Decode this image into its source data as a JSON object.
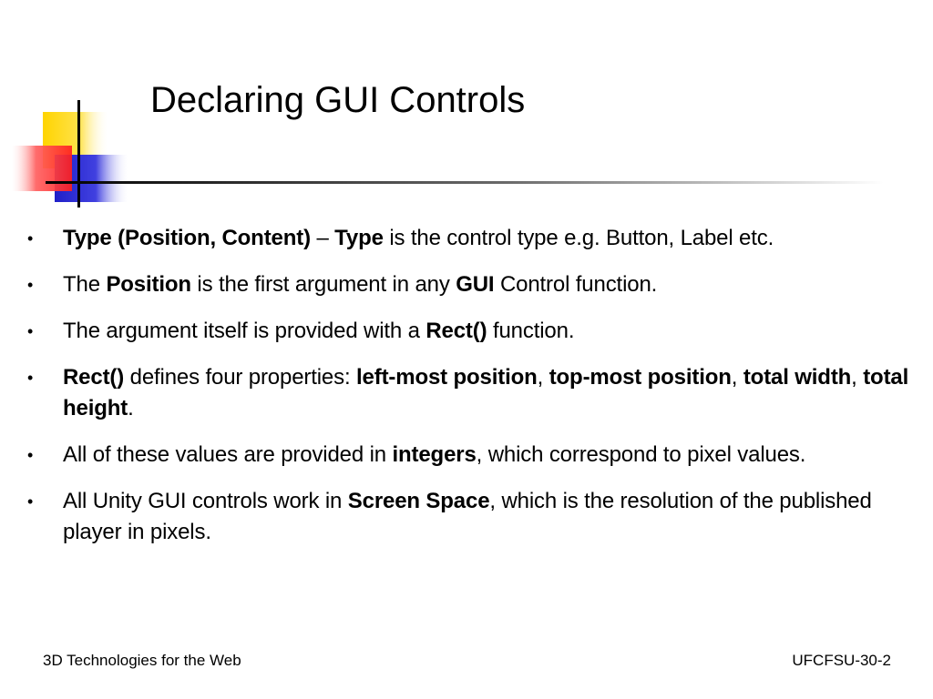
{
  "slide": {
    "title": "Declaring GUI Controls",
    "bullets": [
      {
        "runs": [
          {
            "text": "Type (Position, Content)",
            "bold": true
          },
          {
            "text": " – ",
            "bold": false
          },
          {
            "text": "Type",
            "bold": true
          },
          {
            "text": " is the control type e.g. Button, Label etc.",
            "bold": false
          }
        ]
      },
      {
        "runs": [
          {
            "text": "The ",
            "bold": false
          },
          {
            "text": "Position",
            "bold": true
          },
          {
            "text": " is the first argument in any ",
            "bold": false
          },
          {
            "text": "GUI",
            "bold": true
          },
          {
            "text": " Control function.",
            "bold": false
          }
        ]
      },
      {
        "runs": [
          {
            "text": "The argument itself is provided with a ",
            "bold": false
          },
          {
            "text": "Rect()",
            "bold": true
          },
          {
            "text": " function.",
            "bold": false
          }
        ]
      },
      {
        "runs": [
          {
            "text": "Rect()",
            "bold": true
          },
          {
            "text": " defines four properties: ",
            "bold": false
          },
          {
            "text": "left-most position",
            "bold": true
          },
          {
            "text": ", ",
            "bold": false
          },
          {
            "text": "top-most position",
            "bold": true
          },
          {
            "text": ", ",
            "bold": false
          },
          {
            "text": "total width",
            "bold": true
          },
          {
            "text": ", ",
            "bold": false
          },
          {
            "text": "total height",
            "bold": true
          },
          {
            "text": ".",
            "bold": false
          }
        ]
      },
      {
        "runs": [
          {
            "text": "All of these values are provided in ",
            "bold": false
          },
          {
            "text": "integers",
            "bold": true
          },
          {
            "text": ", which correspond to pixel values.",
            "bold": false
          }
        ]
      },
      {
        "runs": [
          {
            "text": "All Unity GUI controls work in ",
            "bold": false
          },
          {
            "text": "Screen Space",
            "bold": true
          },
          {
            "text": ", which is the resolution of the published player in pixels.",
            "bold": false
          }
        ]
      }
    ],
    "bullet_symbol": "•"
  },
  "footer": {
    "left": "3D Technologies for the Web",
    "right": "UFCFSU-30-2"
  },
  "logo": {
    "icon": "overlapping-squares-logo",
    "colors": {
      "yellow": "#FFD700",
      "blue": "#2B2BD0",
      "red": "#FF3030",
      "line": "#000000"
    }
  }
}
